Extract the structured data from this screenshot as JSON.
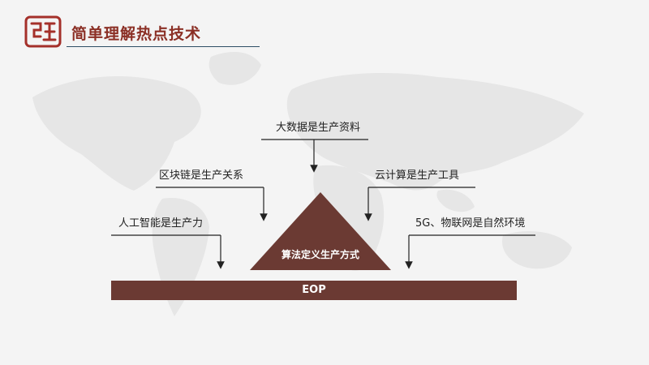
{
  "header": {
    "title": "简单理解热点技术"
  },
  "diagram": {
    "top": "大数据是生产资料",
    "upper_left": "区块链是生产关系",
    "upper_right": "云计算是生产工具",
    "lower_left": "人工智能是生产力",
    "lower_right": "5G、物联网是自然环境",
    "pyramid": "算法定义生产方式",
    "base": "EOP"
  },
  "colors": {
    "accent": "#8b2f25",
    "bar": "#6b3a33",
    "pyramid": "#6b3a33"
  },
  "icons": {
    "logo": "seal-logo-icon"
  }
}
